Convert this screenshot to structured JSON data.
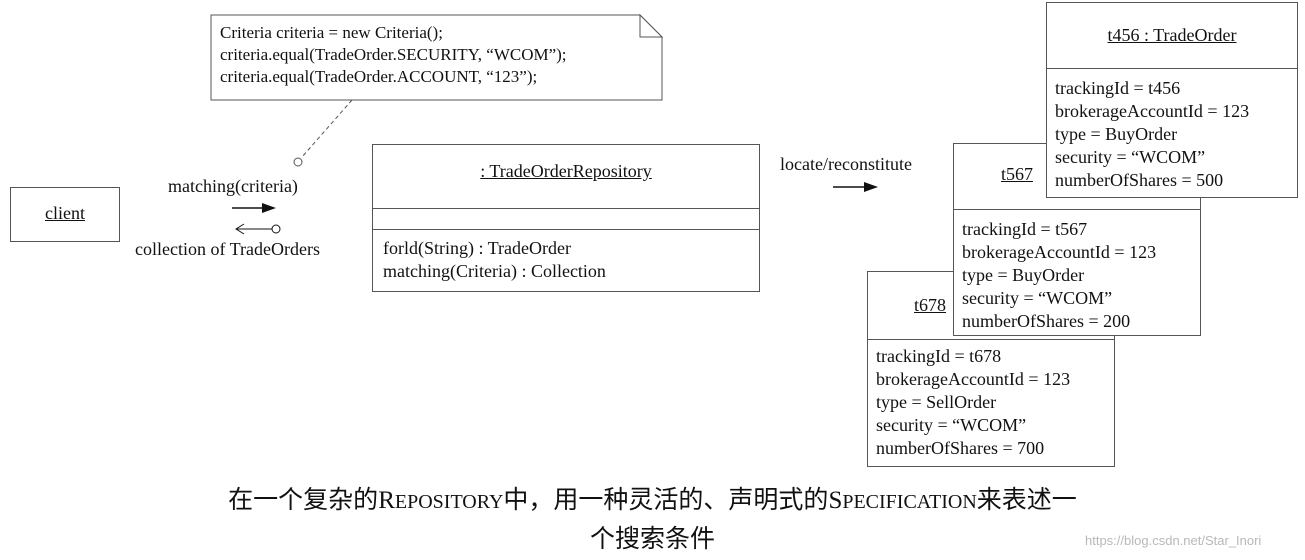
{
  "note": {
    "lines": [
      "Criteria criteria = new Criteria();",
      "criteria.equal(TradeOrder.SECURITY, “WCOM”);",
      "criteria.equal(TradeOrder.ACCOUNT, “123”);"
    ]
  },
  "client": {
    "label": "client"
  },
  "messages": {
    "request": "matching(criteria)",
    "response": "collection of TradeOrders",
    "locate": "locate/reconstitute"
  },
  "repository": {
    "title": ": TradeOrderRepository",
    "ops": [
      "forld(String) : TradeOrder",
      "matching(Criteria) : Collection"
    ]
  },
  "orders": {
    "t456": {
      "title": "t456 : TradeOrder",
      "attrs": [
        "trackingId = t456",
        "brokerageAccountId = 123",
        "type = BuyOrder",
        "security = “WCOM”",
        "numberOfShares = 500"
      ]
    },
    "t567": {
      "title": "t567",
      "attrs": [
        "trackingId = t567",
        "brokerageAccountId = 123",
        "type = BuyOrder",
        "security = “WCOM”",
        "numberOfShares = 200"
      ]
    },
    "t678": {
      "title": "t678",
      "attrs": [
        "trackingId = t678",
        "brokerageAccountId = 123",
        "type = SellOrder",
        "security = “WCOM”",
        "numberOfShares = 700"
      ]
    }
  },
  "caption": {
    "line1": {
      "p1": "在一个复杂的",
      "w1a": "R",
      "w1b": "EPOSITORY",
      "p2": "中，用一种灵活的、声明式的",
      "w2a": "S",
      "w2b": "PECIFICATION",
      "p3": "来表述一"
    },
    "line2": "个搜索条件"
  },
  "watermark": "https://blog.csdn.net/Star_Inori"
}
